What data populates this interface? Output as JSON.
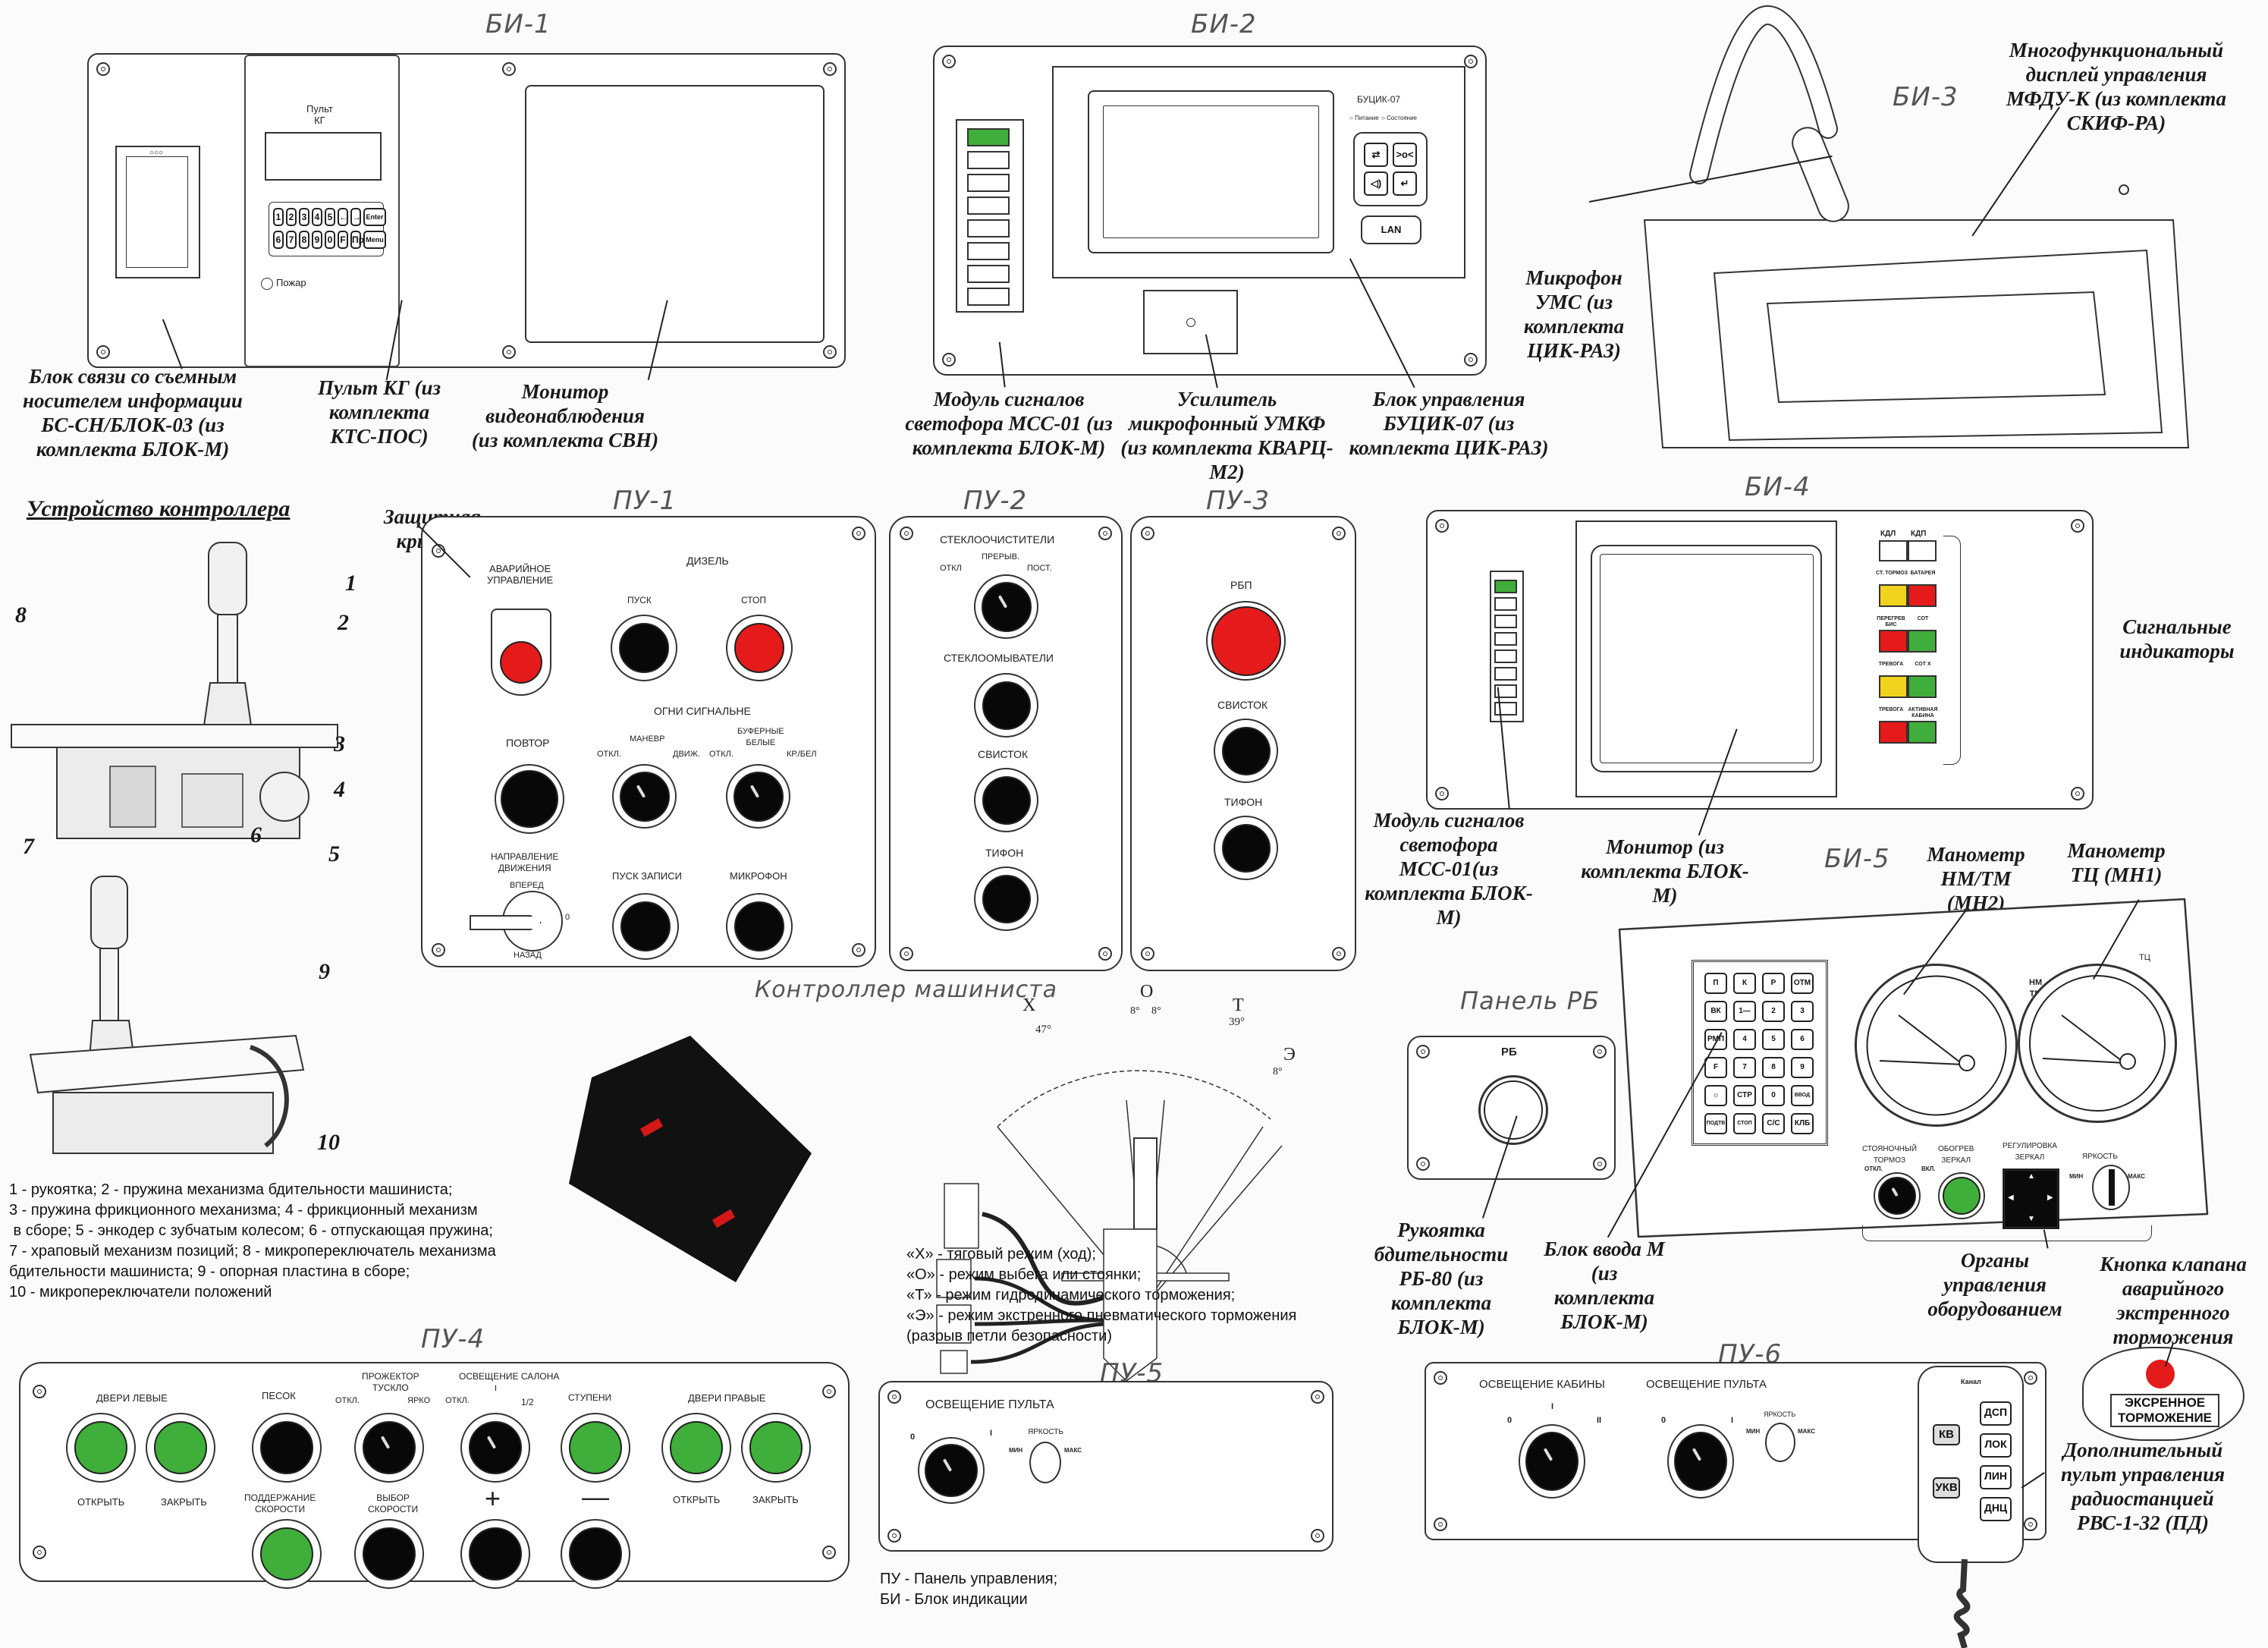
{
  "bi1": {
    "title": "БИ-1",
    "pult_label": "Пульт\nКГ",
    "keypad_row1": [
      "1",
      "2",
      "3",
      "4",
      "5",
      "←",
      "→",
      "Enter"
    ],
    "keypad_row2": [
      "6",
      "7",
      "8",
      "9",
      "0",
      "F",
      "Проб",
      "Menu"
    ],
    "fire_label": "Пожар",
    "callout_bs": "Блок связи со съемным носителем информации БС-СН/БЛОК-03 (из комплекта БЛОК-М)",
    "callout_kg": "Пульт КГ (из комплекта КТС-ПОС)",
    "callout_monitor": "Монитор видеонаблюдения (из комплекта СВН)"
  },
  "bi2": {
    "title": "БИ-2",
    "device_name": "БУЦИК-07",
    "ind_power": "Питание",
    "ind_state": "Состояние",
    "lan_label": "LAN",
    "callout_mss": "Модуль сигналов светофора МСС-01 (из комплекта БЛОК-М)",
    "callout_umkf": "Усилитель микрофонный УМКФ (из комплекта КВАРЦ-М2)",
    "callout_bucik": "Блок управления БУЦИК-07 (из комплекта ЦИК-РАЗ)"
  },
  "bi3": {
    "title": "БИ-3",
    "callout_mfdu": "Многофункциональный дисплей управления МФДУ-К (из комплекта СКИФ-РА)",
    "callout_mic": "Микрофон УМС (из комплекта ЦИК-РАЗ)"
  },
  "controller": {
    "heading": "Устройство контроллера",
    "numbers": [
      "1",
      "2",
      "3",
      "4",
      "5",
      "6",
      "7",
      "8",
      "9",
      "10"
    ],
    "legend": [
      "1 - рукоятка; 2 - пружина механизма бдительности машиниста;",
      "3 - пружина фрикционного механизма; 4 - фрикционный механизм",
      " в сборе; 5 - энкодер с зубчатым колесом; 6 - отпускающая пружина;",
      "7 - храповый механизм позиций; 8 - микропереключатель механизма",
      "бдительности машиниста; 9 - опорная пластина в сборе;",
      "10 - микропереключатели положений"
    ]
  },
  "pu1": {
    "title": "ПУ-1",
    "callout_cover": "Защитная крышка",
    "emergency": "АВАРИЙНОЕ\nУПРАВЛЕНИЕ",
    "diesel": "ДИЗЕЛЬ",
    "start": "ПУСК",
    "stop": "СТОП",
    "signal_lights": "ОГНИ СИГНАЛЬНЕ",
    "repeat": "ПОВТОР",
    "maneuver": "МАНЕВР",
    "off1": "ОТКЛ.",
    "move": "ДВИЖ.",
    "buffer": "БУФЕРНЫЕ\nБЕЛЫЕ",
    "off2": "ОТКЛ.",
    "red_white": "КР./БЕЛ",
    "direction": "НАПРАВЛЕНИЕ\nДВИЖЕНИЯ",
    "forward": "ВПЕРЕД",
    "zero": "0",
    "back": "НАЗАД",
    "rec_start": "ПУСК ЗАПИСИ",
    "mic": "МИКРОФОН"
  },
  "pu2": {
    "title": "ПУ-2",
    "wipers": "СТЕКЛООЧИСТИТЕЛИ",
    "interval": "ПРЕРЫВ.",
    "off": "ОТКЛ",
    "const": "ПОСТ.",
    "washers": "СТЕКЛООМЫВАТЕЛИ",
    "whistle": "СВИСТОК",
    "horn": "ТИФОН"
  },
  "pu3": {
    "title": "ПУ-3",
    "rbp": "РБП",
    "whistle": "СВИСТОК",
    "horn": "ТИФОН"
  },
  "bi4": {
    "title": "БИ-4",
    "kdl": "КДЛ",
    "kdp": "КДП",
    "indicators": [
      {
        "left": "СТ. ТОРМОЗ",
        "right": "БАТАРЕЯ",
        "lc": "yellow",
        "rc": "red"
      },
      {
        "left": "ПЕРЕГРЕВ\nБИС",
        "right": "СОТ",
        "lc": "red",
        "rc": "green"
      },
      {
        "left": "ТРЕВОГА",
        "right": "СОТ Х",
        "lc": "yellow",
        "rc": "green"
      },
      {
        "left": "ТРЕВОГА",
        "right": "АКТИВНАЯ\nКАБИНА",
        "lc": "red",
        "rc": "green"
      }
    ],
    "callout_signals": "Сигнальные индикаторы",
    "callout_mss": "Модуль сигналов светофора МСС-01(из комплекта БЛОК-М)",
    "callout_monitor": "Монитор (из комплекта БЛОК-М)"
  },
  "bi5": {
    "title": "БИ-5",
    "callout_mn2": "Манометр НМ/ТМ (МН2)",
    "callout_mn1": "Манометр ТЦ (МН1)",
    "gauge1_label": "НМ\nТМ",
    "gauge2_label": "ТЦ",
    "keys": [
      "П",
      "К",
      "Р",
      "ОТМ",
      "ВК",
      "1—",
      "2",
      "3",
      "РМП",
      "4",
      "5",
      "6",
      "F",
      "7",
      "8",
      "9",
      "☼",
      "СТР",
      "0",
      "ВВОД",
      "ПОДТВ",
      "СТОП",
      "С/С",
      "КЛБ"
    ],
    "parking": "СТОЯНОЧНЫЙ\nТОРМОЗ",
    "parking_off": "ОТКЛ.",
    "parking_on": "ВКЛ.",
    "mirror_heat": "ОБОГРЕВ\nЗЕРКАЛ",
    "mirror_adj": "РЕГУЛИРОВКА\nЗЕРКАЛ",
    "brightness": "ЯРКОСТЬ",
    "min": "МИН",
    "max": "МАКС",
    "callout_input": "Блок ввода М (из комплекта БЛОК-М)",
    "callout_controls": "Органы управления оборудованием",
    "callout_valve": "Кнопка клапана аварийного экстренного торможения"
  },
  "rb": {
    "title": "Панель РБ",
    "label": "РБ",
    "callout": "Рукоятка бдительности РБ-80 (из комплекта БЛОК-М)"
  },
  "driver_controller": {
    "title": "Контроллер машиниста",
    "pos_x": "X",
    "pos_o": "О",
    "pos_t": "Т",
    "pos_e": "Э",
    "ang_x": "47°",
    "ang_o1": "8°",
    "ang_o2": "8°",
    "ang_t": "39°",
    "ang_e": "8°",
    "legend": [
      "«Х» - тяговый режим (ход);",
      "«О» - режим выбега или стоянки;",
      "«Т» - режим гидродинамического торможения;",
      "«Э» - режим экстренного пневматического торможения",
      "(разрыв петли безопасности)"
    ]
  },
  "pu4": {
    "title": "ПУ-4",
    "doors_left": "ДВЕРИ ЛЕВЫЕ",
    "open": "ОТКРЫТЬ",
    "close": "ЗАКРЫТЬ",
    "sand": "ПЕСОК",
    "searchlight": "ПРОЖЕКТОР\nТУСКЛО",
    "sl_off": "ОТКЛ.",
    "sl_bright": "ЯРКО",
    "salon": "ОСВЕЩЕНИЕ САЛОНА",
    "salon_off": "ОТКЛ.",
    "salon_1": "I",
    "salon_half": "1/2",
    "steps": "СТУПЕНИ",
    "doors_right": "ДВЕРИ ПРАВЫЕ",
    "open2": "ОТКРЫТЬ",
    "close2": "ЗАКРЫТЬ",
    "speed_keep": "ПОДДЕРЖАНИЕ\nСКОРОСТИ",
    "speed_sel": "ВЫБОР\nСКОРОСТИ",
    "plus": "+",
    "minus": "—"
  },
  "pu5": {
    "title": "ПУ-5",
    "console_light": "ОСВЕЩЕНИЕ ПУЛЬТА",
    "pos0": "0",
    "pos1": "I",
    "brightness": "ЯРКОСТЬ",
    "min": "МИН",
    "max": "МАКС",
    "abbr1": "ПУ - Панель управления;",
    "abbr2": "БИ - Блок индикации"
  },
  "pu6": {
    "title": "ПУ-6",
    "cab_light": "ОСВЕЩЕНИЕ КАБИНЫ",
    "console_light": "ОСВЕЩЕНИЕ ПУЛЬТА",
    "c_pos0": "0",
    "c_pos1": "I",
    "c_pos2": "II",
    "p_pos0": "0",
    "p_pos1": "I",
    "brightness": "ЯРКОСТЬ",
    "min": "МИН",
    "max": "МАКС",
    "radio_channel": "Канал",
    "radio_keys_left": [
      "КВ",
      "УКВ"
    ],
    "radio_keys_right": [
      "ДСП",
      "ЛОК",
      "ЛИН",
      "ДНЦ"
    ],
    "callout_radio": "Дополнительный пульт управления радиостанцией РВС-1-32 (ПД)"
  },
  "emergency_btn": {
    "label": "ЭКСРЕННОЕ\nТОРМОЖЕНИЕ"
  },
  "colors": {
    "red": "#e51a1a",
    "green": "#3fae3a",
    "yellow": "#f1d21c",
    "black": "#080808"
  }
}
